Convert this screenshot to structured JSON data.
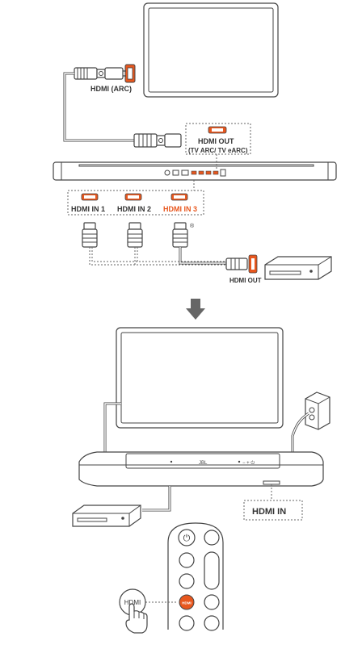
{
  "diagram": {
    "top": {
      "tv_port_label": "HDMI (ARC)",
      "soundbar_out_label": "HDMI OUT",
      "soundbar_out_sub": "(TV ARC/ TV eARC)",
      "inputs": [
        {
          "label": "HDMI IN 1",
          "highlight": false
        },
        {
          "label": "HDMI IN 2",
          "highlight": false
        },
        {
          "label": "HDMI IN 3",
          "highlight": true
        }
      ],
      "input3_mark": "®",
      "player_label": "HDMI OUT"
    },
    "arrow": "down-arrow-icon",
    "bottom": {
      "soundbar_logo": "JBL",
      "soundbar_hdmi_in_label": "HDMI IN",
      "remote_button_label": "HDMI",
      "callout_label": "HDMI"
    },
    "colors": {
      "highlight": "#e8571e",
      "line": "#444444"
    }
  }
}
